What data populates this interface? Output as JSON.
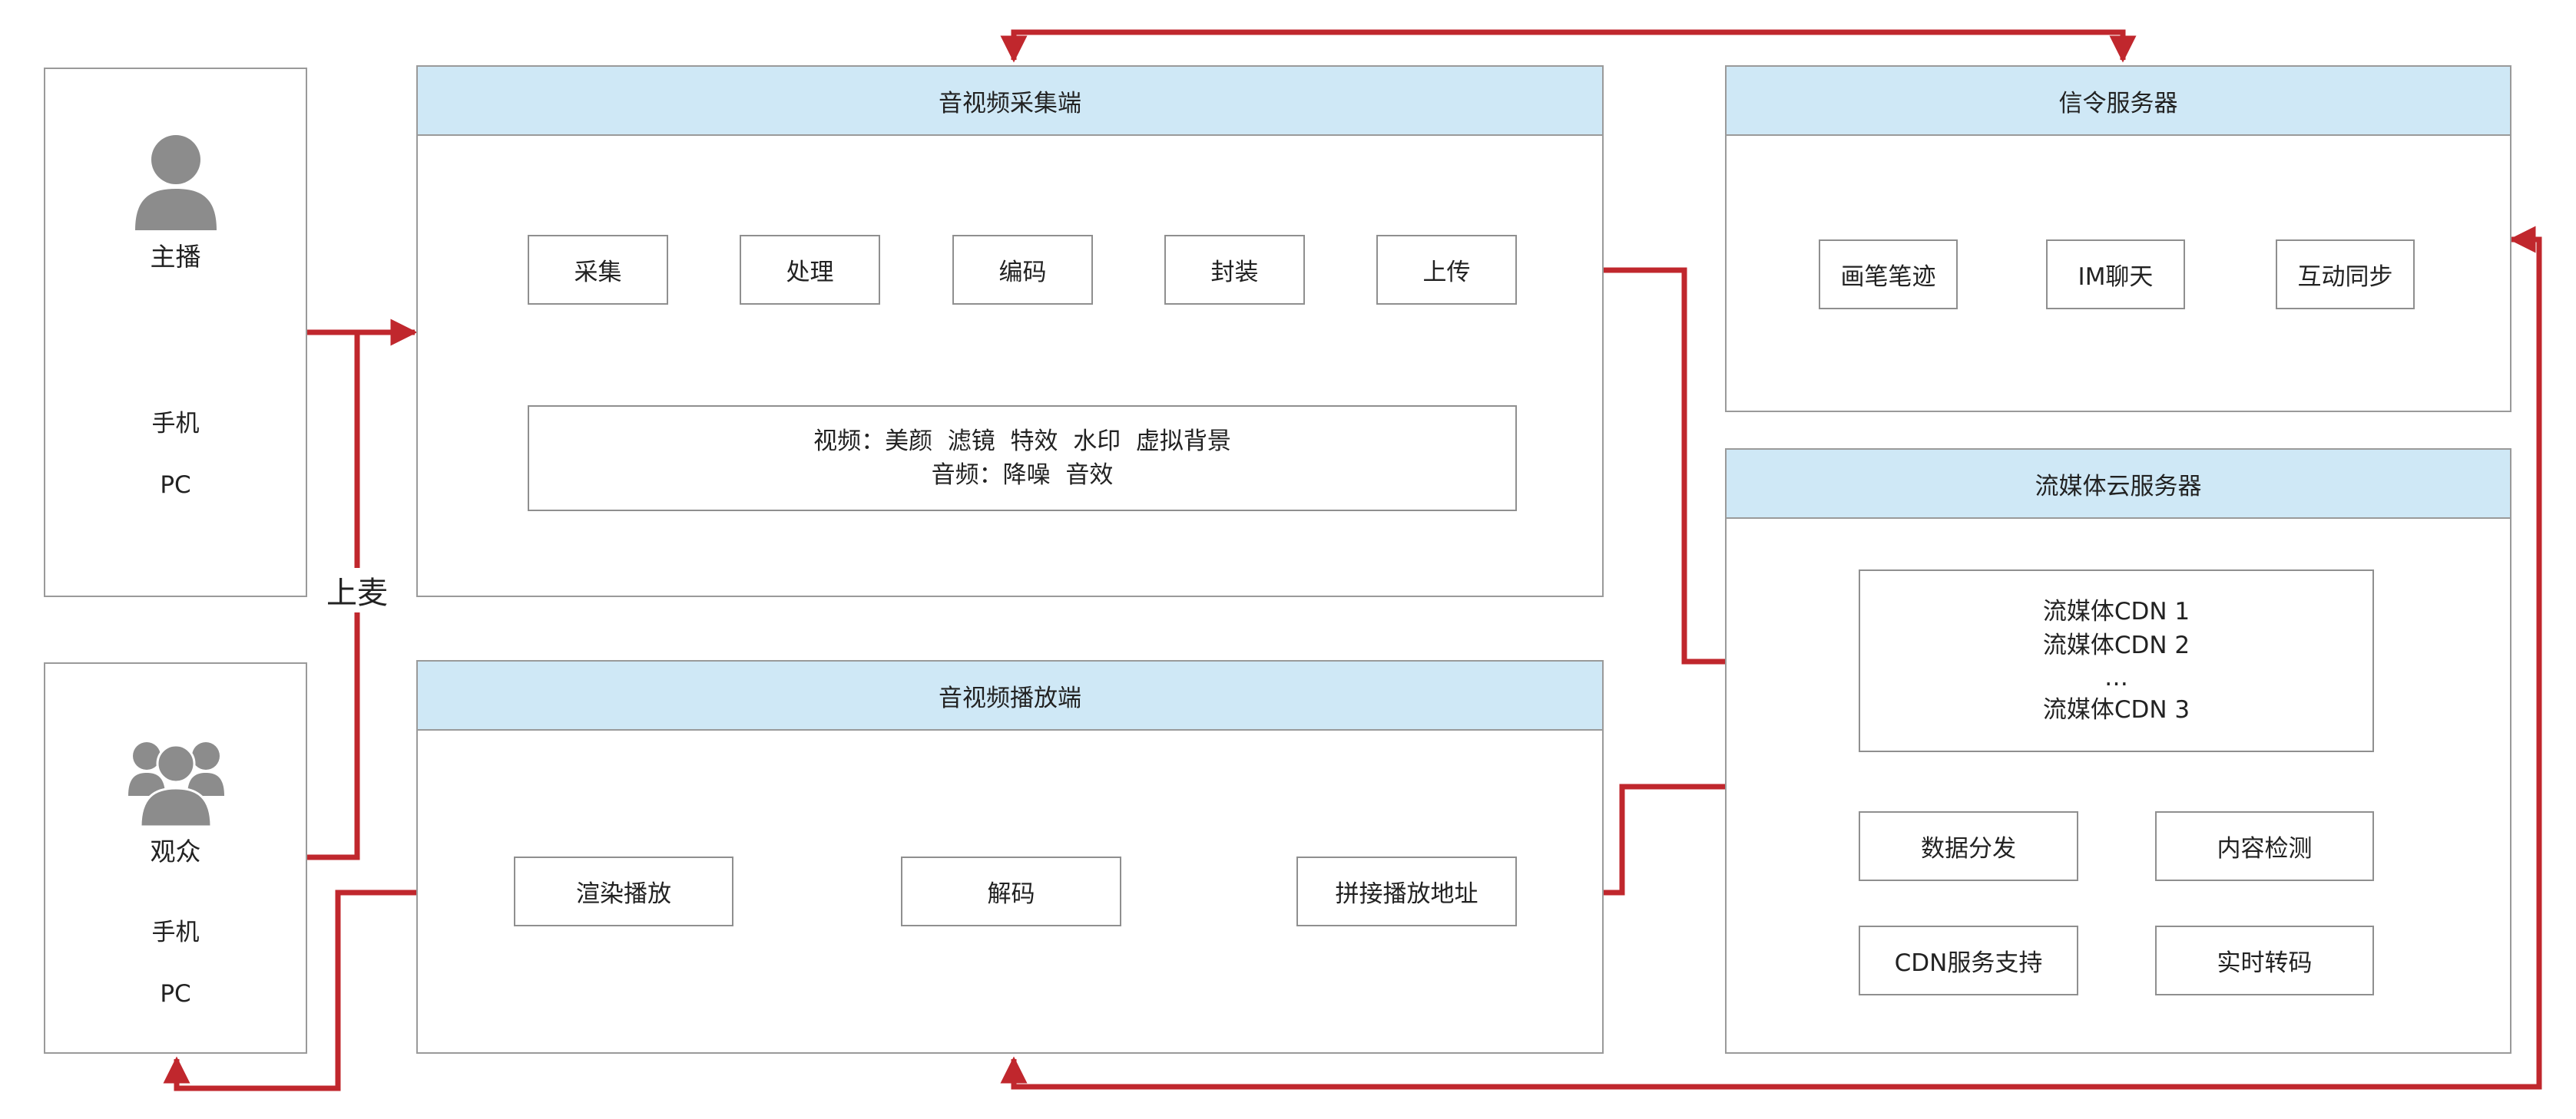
{
  "colors": {
    "arrow": "#c0272d",
    "panel_head": "#cfe8f6",
    "border": "#9a9a9a"
  },
  "anchor": {
    "icon": "user-icon",
    "title": "主播",
    "device1": "手机",
    "device2": "PC"
  },
  "audience": {
    "icon": "users-icon",
    "title": "观众",
    "device1": "手机",
    "device2": "PC"
  },
  "link_label": "上麦",
  "capture": {
    "title": "音视频采集端",
    "steps": [
      "采集",
      "处理",
      "编码",
      "封装",
      "上传"
    ],
    "effects_video": "视频：美颜  滤镜  特效  水印  虚拟背景",
    "effects_audio": "音频：降噪  音效"
  },
  "playback": {
    "title": "音视频播放端",
    "steps": [
      "渲染播放",
      "解码",
      "拼接播放地址"
    ]
  },
  "signal": {
    "title": "信令服务器",
    "items": [
      "画笔笔迹",
      "IM聊天",
      "互动同步"
    ]
  },
  "streaming": {
    "title": "流媒体云服务器",
    "cdn": [
      "流媒体CDN 1",
      "流媒体CDN 2",
      "…",
      "流媒体CDN 3"
    ],
    "services": [
      "数据分发",
      "内容检测",
      "CDN服务支持",
      "实时转码"
    ]
  }
}
